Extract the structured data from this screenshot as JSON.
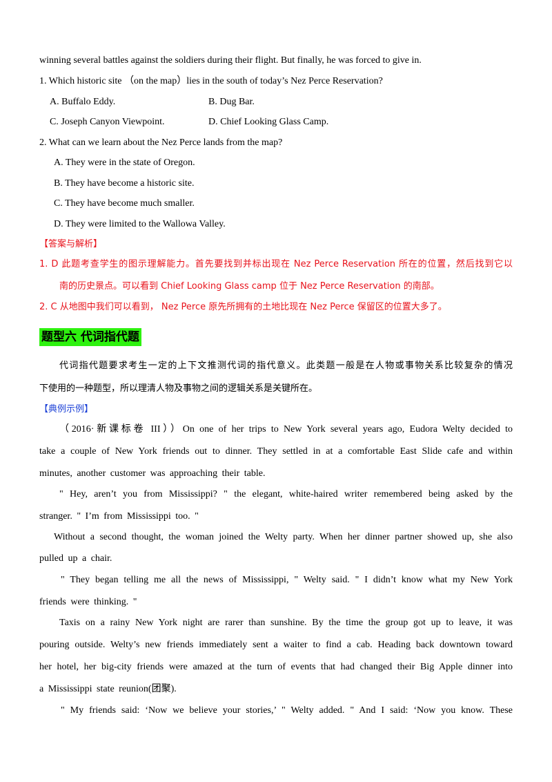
{
  "intro_line": "winning several battles against the soldiers during their flight. But finally, he was forced to give in.",
  "q1": {
    "stem": "1. Which historic site （on the map）lies in the south of today’s Nez Perce Reservation?",
    "a": "A. Buffalo Eddy.",
    "b": "B. Dug Bar.",
    "c": "C. Joseph Canyon Viewpoint.",
    "d": "D. Chief Looking Glass Camp."
  },
  "q2": {
    "stem": "2. What can we learn about the Nez Perce lands from the map?",
    "a": "A. They were in the state of Oregon.",
    "b": "B. They have become a historic site.",
    "c": "C. They have become much smaller.",
    "d": "D. They were limited to the Wallowa Valley."
  },
  "answer_title": "【答案与解析】",
  "answers": [
    "1. D  此题考查学生的图示理解能力。首先要找到并标出现在 Nez Perce  Reservation 所在的位置，然后找到它以",
    "南的历史景点。可以看到  Chief  Looking  Glass  camp 位于 Nez Perce  Reservation 的南部。",
    "2. C  从地图中我们可以看到，  Nez  Perce 原先所拥有的土地比现在 Nez  Perce 保留区的位置大多了。"
  ],
  "section_heading": "题型六   代词指代题",
  "section_intro": [
    "代词指代题要求考生一定的上下文推测代词的指代意义。此类题一般是在人物或事物关系比较复杂的情况",
    "下使用的一种题型，所以理清人物及事物之间的逻辑关系是关键所在。"
  ],
  "example_title": "【典例示例】",
  "passage_lines": [
    "（2016·新课标卷 III））On one of her trips to New York several years ago, Eudora Welty decided to",
    "take a couple of New York friends out to dinner. They settled in at a comfortable East Slide cafe and within",
    "minutes, another customer was approaching their table.",
    "\" Hey, aren’t you from Mississippi? \"  the elegant, white-haired writer remembered being asked by the",
    "stranger.  \" I’m from Mississippi too. \"",
    "Without a second thought, the woman joined the Welty party. When her dinner partner showed up, she also",
    "pulled up a chair.",
    "\" They began telling me all the news of Mississippi, \"  Welty said.  \" I didn’t know what my New York",
    "friends were thinking. \"",
    "Taxis on a rainy New York night are rarer than sunshine. By the time the group got up to leave, it was",
    "pouring outside. Welty’s new friends immediately sent a waiter to find a cab. Heading back downtown toward",
    "her hotel, her big-city friends were amazed at the turn of events that had changed their Big Apple dinner into",
    "a Mississippi state reunion(团聚).",
    "\" My friends said:  ‘Now we believe your stories,’ \"  Welty added.  \" And I said: ‘Now you know. These"
  ],
  "colors": {
    "red": "#e8121b",
    "blue": "#1a3fd6",
    "heading_bg": "#2ef10f"
  }
}
